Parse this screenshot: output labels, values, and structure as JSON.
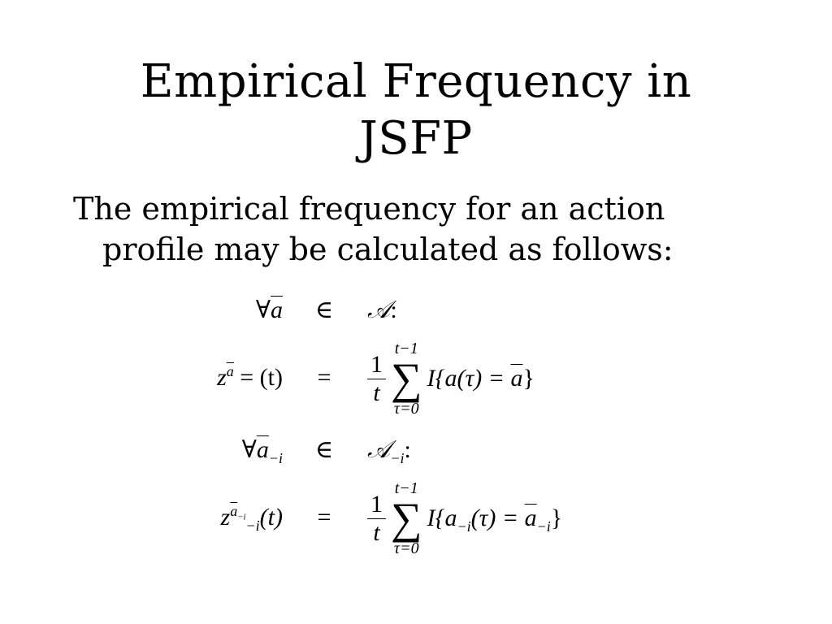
{
  "slide": {
    "title_line1": "Empirical Frequency in",
    "title_line2": "JSFP",
    "body_line1": "The empirical frequency for an action",
    "body_line2": "profile may be calculated as follows:"
  },
  "equations": {
    "row1": {
      "lhs_forall": "∀",
      "lhs_var": "a",
      "rel": "∈",
      "rhs_set": "𝒜",
      "rhs_tail": ":"
    },
    "row2": {
      "lhs_var": "z",
      "lhs_sup": "a",
      "lhs_rest": " = (t)",
      "rel": "=",
      "frac_num": "1",
      "frac_den": "t",
      "sum_upper": "t−1",
      "sum_sigma": "∑",
      "sum_lower": "τ=0",
      "body_I": "I",
      "body_open": "{a(τ) = ",
      "body_bar": "a",
      "body_close": "}"
    },
    "row3": {
      "lhs_forall": "∀",
      "lhs_var": "a",
      "lhs_sub": "−i",
      "rel": "∈",
      "rhs_set": "𝒜",
      "rhs_sub": "−i",
      "rhs_tail": ":"
    },
    "row4": {
      "lhs_var": "z",
      "lhs_sup_var": "a",
      "lhs_sup_sub": "−i",
      "lhs_sub": "−i",
      "lhs_rest": "(t)",
      "rel": "=",
      "frac_num": "1",
      "frac_den": "t",
      "sum_upper": "t−1",
      "sum_sigma": "∑",
      "sum_lower": "τ=0",
      "body_I": "I",
      "body_open": "{a",
      "body_sub1": "−i",
      "body_mid": "(τ) = ",
      "body_bar": "a",
      "body_sub2": "−i",
      "body_close": "}"
    }
  }
}
